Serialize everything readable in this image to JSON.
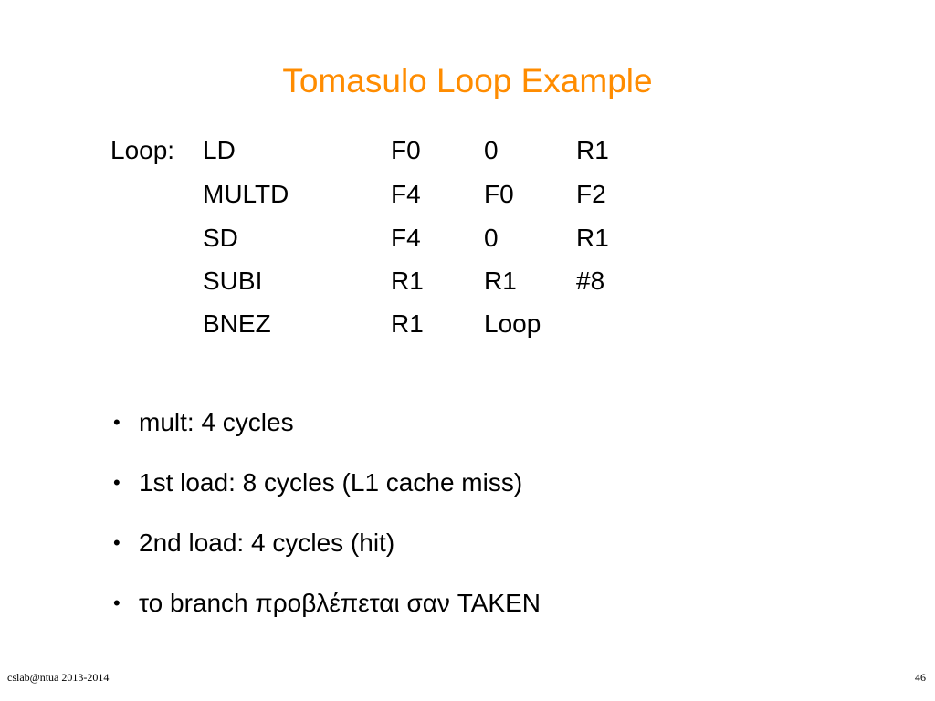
{
  "slide": {
    "title": "Tomasulo Loop Example",
    "title_color": "#ff8c00"
  },
  "code": {
    "label": "Loop:",
    "rows": [
      {
        "op": "LD",
        "a1": "F0",
        "a2": "0",
        "a3": "R1"
      },
      {
        "op": "MULTD",
        "a1": "F4",
        "a2": "F0",
        "a3": "F2"
      },
      {
        "op": "SD",
        "a1": "F4",
        "a2": "0",
        "a3": "R1"
      },
      {
        "op": "SUBI",
        "a1": "R1",
        "a2": "R1",
        "a3": "#8"
      },
      {
        "op": "BNEZ",
        "a1": "R1",
        "a2": "Loop",
        "a3": ""
      }
    ]
  },
  "bullets": {
    "marker": "•",
    "items": [
      "mult: 4 cycles",
      "1st load: 8 cycles (L1 cache miss)",
      "2nd load: 4 cycles (hit)",
      "το branch προβλέπεται σαν TAKEN"
    ]
  },
  "footer": {
    "left": "cslab@ntua 2013-2014",
    "page_number": "46"
  }
}
